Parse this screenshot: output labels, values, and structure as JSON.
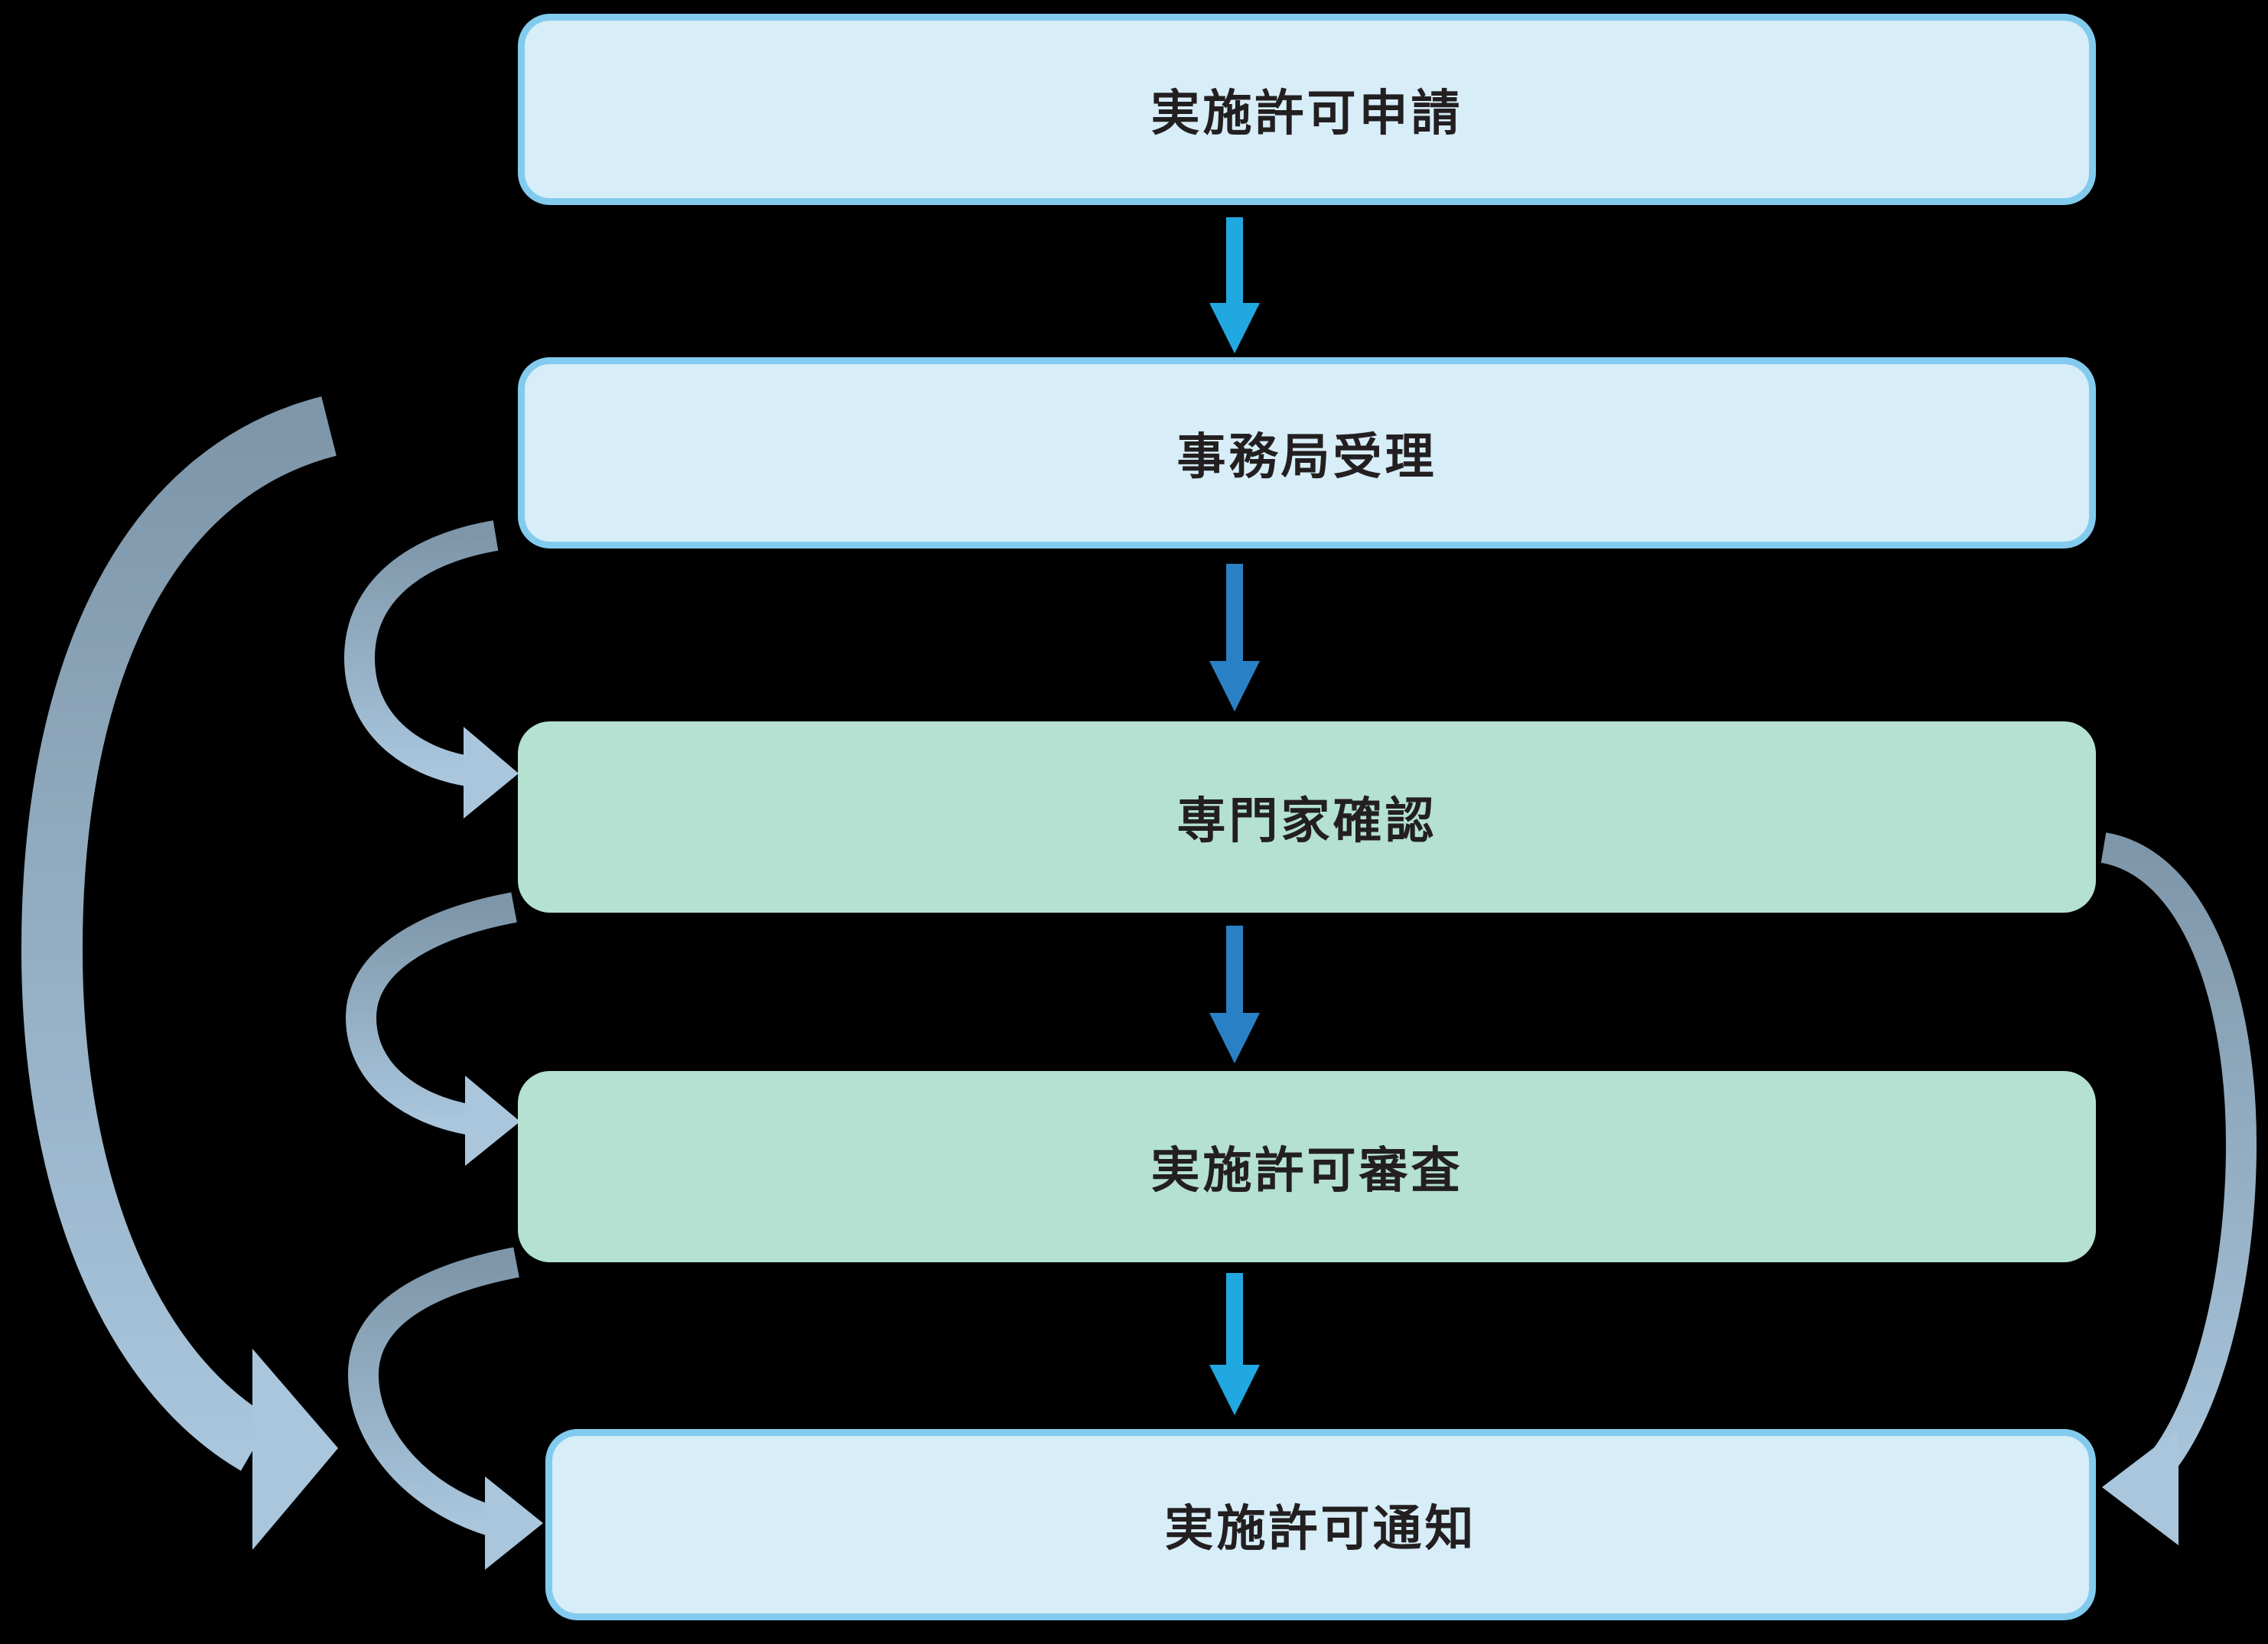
{
  "diagram": {
    "boxes": [
      {
        "id": "application",
        "label": "実施許可申請",
        "style": "blue"
      },
      {
        "id": "reception",
        "label": "事務局受理",
        "style": "blue"
      },
      {
        "id": "expert-check",
        "label": "専門家確認",
        "style": "green"
      },
      {
        "id": "review",
        "label": "実施許可審査",
        "style": "green"
      },
      {
        "id": "notification",
        "label": "実施許可通知",
        "style": "blue"
      }
    ],
    "connectors": [
      {
        "from": "application",
        "to": "reception",
        "type": "straight-down",
        "color": "cyan"
      },
      {
        "from": "reception",
        "to": "expert-check",
        "type": "straight-down",
        "color": "blue"
      },
      {
        "from": "expert-check",
        "to": "review",
        "type": "straight-down",
        "color": "blue"
      },
      {
        "from": "review",
        "to": "notification",
        "type": "straight-down",
        "color": "cyan"
      },
      {
        "from": "reception",
        "to": "notification",
        "type": "curved-left-large",
        "color": "gray-blue-gradient"
      },
      {
        "from": "reception",
        "to": "expert-check",
        "type": "curved-left-small",
        "color": "gray-blue-gradient"
      },
      {
        "from": "expert-check",
        "to": "review",
        "type": "curved-left-small",
        "color": "gray-blue-gradient"
      },
      {
        "from": "review",
        "to": "notification",
        "type": "curved-left-small",
        "color": "gray-blue-gradient"
      },
      {
        "from": "expert-check",
        "to": "notification",
        "type": "curved-right-large",
        "color": "gray-blue-gradient"
      }
    ],
    "colors": {
      "background": "#000000",
      "box_blue_fill": "#d7edf8",
      "box_blue_border": "#82cbee",
      "box_green_fill": "#b4e1d1",
      "text": "#231f20",
      "arrow_cyan": "#21a8e1",
      "arrow_blue": "#2a80c4",
      "curve_gradient_start": "#7e96a9",
      "curve_gradient_end": "#a9c6dd"
    }
  }
}
